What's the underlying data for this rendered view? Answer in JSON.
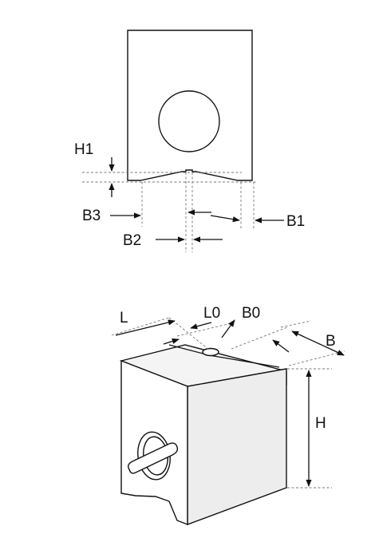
{
  "labels": {
    "h1": "H1",
    "b3": "B3",
    "b2": "B2",
    "b1": "B1",
    "l": "L",
    "l0": "L0",
    "b0": "B0",
    "b": "B",
    "h": "H"
  },
  "colors": {
    "stroke": "#111111",
    "dashed": "#777777",
    "background": "#ffffff"
  }
}
